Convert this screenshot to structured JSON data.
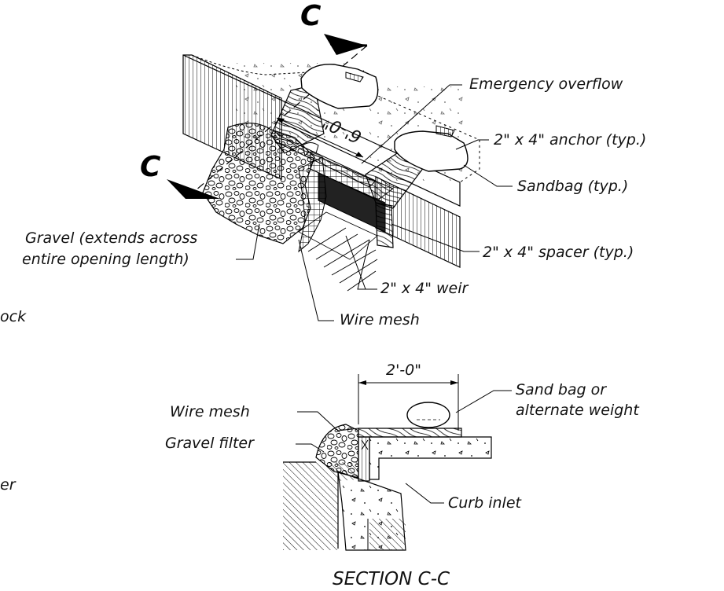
{
  "labels": {
    "emergency_overflow": "Emergency overflow",
    "anchor": "2\" x 4\" anchor (typ.)",
    "sandbag": "Sandbag (typ.)",
    "gravel_line1": "Gravel (extends across",
    "gravel_line2": "entire opening length)",
    "spacer": "2\" x 4\" spacer (typ.)",
    "weir": "2\" x 4\" weir",
    "wire_mesh_top": "Wire mesh",
    "dimension_top": "6'-0\"",
    "dimension_section": "2'-0\"",
    "sand_bag_line1": "Sand bag or",
    "sand_bag_line2": "alternate weight",
    "wire_mesh_section": "Wire mesh",
    "gravel_filter": "Gravel filter",
    "curb_inlet": "Curb inlet",
    "section_c_top": "C",
    "section_c_left": "C",
    "partial_ock": "ock",
    "partial_er": "er"
  },
  "section_title": "SECTION C-C"
}
